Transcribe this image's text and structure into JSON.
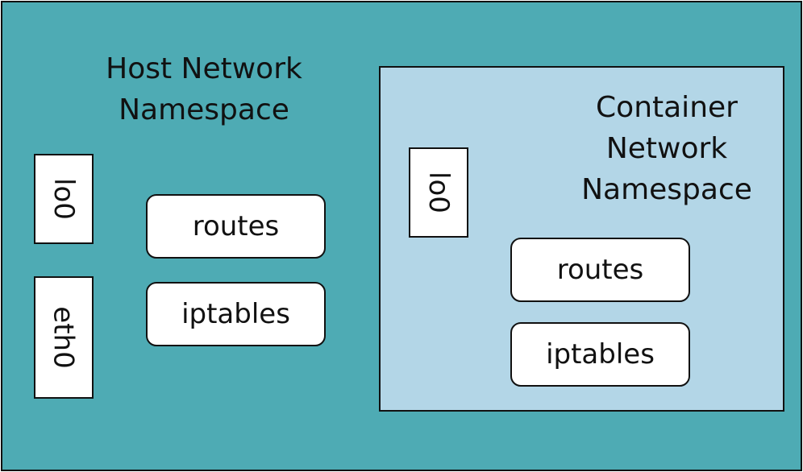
{
  "host_namespace": {
    "title": "Host Network\nNamespace",
    "interfaces": [
      "lo0",
      "eth0"
    ],
    "routes_label": "routes",
    "iptables_label": "iptables"
  },
  "container_namespace": {
    "title": "Container\nNetwork\nNamespace",
    "interfaces": [
      "lo0"
    ],
    "routes_label": "routes",
    "iptables_label": "iptables"
  },
  "colors": {
    "host_background": "#4eabb4",
    "container_background": "#b3d6e7",
    "box_fill": "#ffffff",
    "stroke": "#111111"
  }
}
